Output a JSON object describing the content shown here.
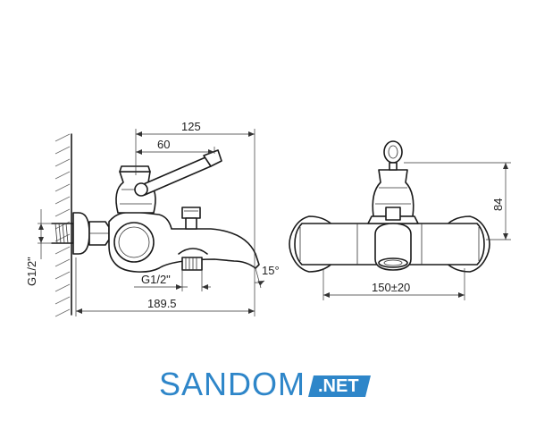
{
  "dimensions": {
    "total_reach": "125",
    "lever_offset": "60",
    "overall_length": "189.5",
    "outlet_thread": "G1/2\"",
    "inlet_thread": "G1/2\"",
    "spout_angle": "15°",
    "center_distance": "150±20",
    "height": "84"
  },
  "brand": {
    "name": "SANDOM",
    "domain": ".NET"
  },
  "colors": {
    "brand_blue": "#2e86c9",
    "line": "#1a1a1a"
  }
}
